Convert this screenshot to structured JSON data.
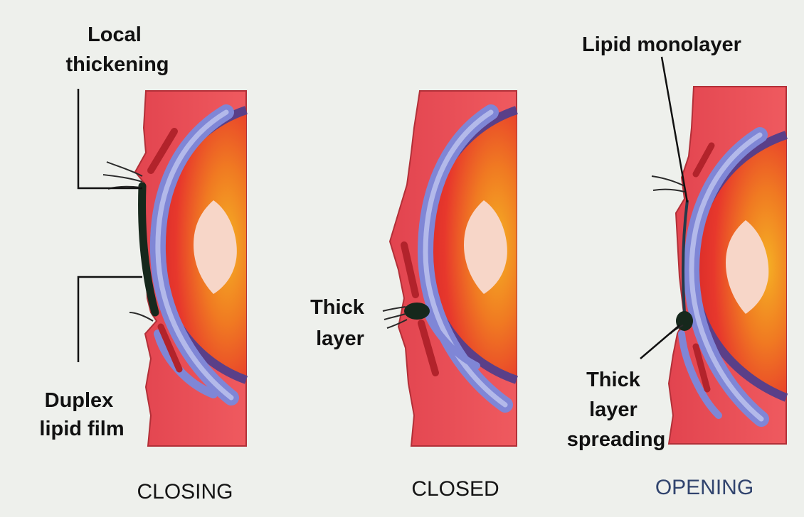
{
  "panels": [
    {
      "id": "closing",
      "title": "CLOSING",
      "callouts": {
        "local_thickening": [
          "Local",
          "thickening"
        ],
        "duplex_lipid_film": [
          "Duplex",
          "lipid film"
        ]
      }
    },
    {
      "id": "closed",
      "title": "CLOSED",
      "callouts": {
        "thick_layer": [
          "Thick",
          "layer"
        ]
      }
    },
    {
      "id": "opening",
      "title": "OPENING",
      "callouts": {
        "lipid_monolayer": [
          "Lipid monolayer"
        ],
        "thick_layer_spreading": [
          "Thick",
          "layer",
          "spreading"
        ]
      }
    }
  ],
  "colors": {
    "lid": "#e94a54",
    "lid_edge": "#a8282e",
    "cornea_outer": "#5a3f88",
    "conjunctiva": "#7f86d6",
    "conjunctiva_light": "#b3b9ea",
    "iris_red": "#e8382c",
    "iris_orange": "#f2a31c",
    "lens": "#f7d6c8",
    "gland": "#b2232b",
    "lipid": "#16281c",
    "title_closing": "#151515",
    "title_opening": "#31446e"
  }
}
